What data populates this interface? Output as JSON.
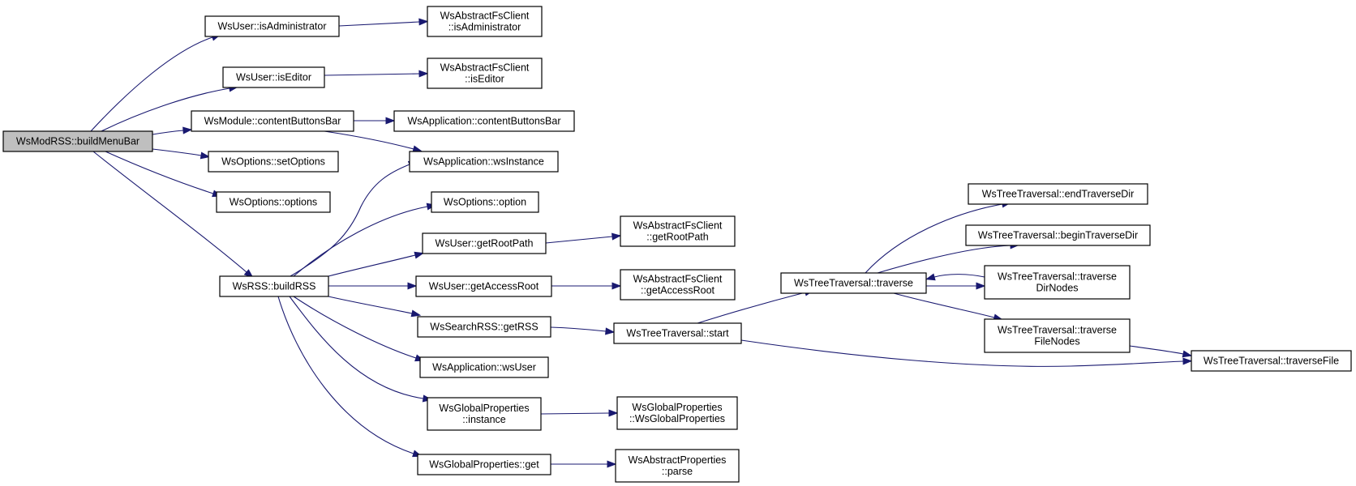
{
  "nodes": [
    {
      "id": "buildMenuBar",
      "lines": [
        "WsModRSS::buildMenuBar"
      ],
      "root": true
    },
    {
      "id": "isAdministrator",
      "lines": [
        "WsUser::isAdministrator"
      ]
    },
    {
      "id": "fsIsAdministrator",
      "lines": [
        "WsAbstractFsClient",
        "::isAdministrator"
      ]
    },
    {
      "id": "isEditor",
      "lines": [
        "WsUser::isEditor"
      ]
    },
    {
      "id": "fsIsEditor",
      "lines": [
        "WsAbstractFsClient",
        "::isEditor"
      ]
    },
    {
      "id": "moduleContentButtonsBar",
      "lines": [
        "WsModule::contentButtonsBar"
      ]
    },
    {
      "id": "appContentButtonsBar",
      "lines": [
        "WsApplication::contentButtonsBar"
      ]
    },
    {
      "id": "wsInstance",
      "lines": [
        "WsApplication::wsInstance"
      ]
    },
    {
      "id": "setOptions",
      "lines": [
        "WsOptions::setOptions"
      ]
    },
    {
      "id": "options",
      "lines": [
        "WsOptions::options"
      ]
    },
    {
      "id": "option",
      "lines": [
        "WsOptions::option"
      ]
    },
    {
      "id": "buildRSS",
      "lines": [
        "WsRSS::buildRSS"
      ]
    },
    {
      "id": "getRootPath",
      "lines": [
        "WsUser::getRootPath"
      ]
    },
    {
      "id": "fsGetRootPath",
      "lines": [
        "WsAbstractFsClient",
        "::getRootPath"
      ]
    },
    {
      "id": "getAccessRoot",
      "lines": [
        "WsUser::getAccessRoot"
      ]
    },
    {
      "id": "fsGetAccessRoot",
      "lines": [
        "WsAbstractFsClient",
        "::getAccessRoot"
      ]
    },
    {
      "id": "getRSS",
      "lines": [
        "WsSearchRSS::getRSS"
      ]
    },
    {
      "id": "start",
      "lines": [
        "WsTreeTraversal::start"
      ]
    },
    {
      "id": "wsUser",
      "lines": [
        "WsApplication::wsUser"
      ]
    },
    {
      "id": "gpInstance",
      "lines": [
        "WsGlobalProperties",
        "::instance"
      ]
    },
    {
      "id": "gpCtor",
      "lines": [
        "WsGlobalProperties",
        "::WsGlobalProperties"
      ]
    },
    {
      "id": "gpGet",
      "lines": [
        "WsGlobalProperties::get"
      ]
    },
    {
      "id": "apParse",
      "lines": [
        "WsAbstractProperties",
        "::parse"
      ]
    },
    {
      "id": "traverse",
      "lines": [
        "WsTreeTraversal::traverse"
      ]
    },
    {
      "id": "endTraverseDir",
      "lines": [
        "WsTreeTraversal::endTraverseDir"
      ]
    },
    {
      "id": "beginTraverseDir",
      "lines": [
        "WsTreeTraversal::beginTraverseDir"
      ]
    },
    {
      "id": "traverseDirNodes",
      "lines": [
        "WsTreeTraversal::traverse",
        "DirNodes"
      ]
    },
    {
      "id": "traverseFileNodes",
      "lines": [
        "WsTreeTraversal::traverse",
        "FileNodes"
      ]
    },
    {
      "id": "traverseFile",
      "lines": [
        "WsTreeTraversal::traverseFile"
      ]
    }
  ],
  "edges": [
    {
      "from": "buildMenuBar",
      "to": "isAdministrator"
    },
    {
      "from": "buildMenuBar",
      "to": "isEditor"
    },
    {
      "from": "buildMenuBar",
      "to": "moduleContentButtonsBar"
    },
    {
      "from": "buildMenuBar",
      "to": "setOptions"
    },
    {
      "from": "buildMenuBar",
      "to": "options"
    },
    {
      "from": "buildMenuBar",
      "to": "buildRSS"
    },
    {
      "from": "isAdministrator",
      "to": "fsIsAdministrator"
    },
    {
      "from": "isEditor",
      "to": "fsIsEditor"
    },
    {
      "from": "moduleContentButtonsBar",
      "to": "appContentButtonsBar"
    },
    {
      "from": "moduleContentButtonsBar",
      "to": "wsInstance"
    },
    {
      "from": "buildRSS",
      "to": "wsInstance"
    },
    {
      "from": "buildRSS",
      "to": "option"
    },
    {
      "from": "buildRSS",
      "to": "getRootPath"
    },
    {
      "from": "buildRSS",
      "to": "getAccessRoot"
    },
    {
      "from": "buildRSS",
      "to": "getRSS"
    },
    {
      "from": "buildRSS",
      "to": "wsUser"
    },
    {
      "from": "buildRSS",
      "to": "gpInstance"
    },
    {
      "from": "buildRSS",
      "to": "gpGet"
    },
    {
      "from": "getRootPath",
      "to": "fsGetRootPath"
    },
    {
      "from": "getAccessRoot",
      "to": "fsGetAccessRoot"
    },
    {
      "from": "getRSS",
      "to": "start"
    },
    {
      "from": "gpInstance",
      "to": "gpCtor"
    },
    {
      "from": "gpGet",
      "to": "apParse"
    },
    {
      "from": "start",
      "to": "traverse"
    },
    {
      "from": "start",
      "to": "traverseFile"
    },
    {
      "from": "traverse",
      "to": "endTraverseDir"
    },
    {
      "from": "traverse",
      "to": "beginTraverseDir"
    },
    {
      "from": "traverse",
      "to": "traverseDirNodes"
    },
    {
      "from": "traverse",
      "to": "traverseFileNodes"
    },
    {
      "from": "traverseDirNodes",
      "to": "traverse"
    },
    {
      "from": "traverseFileNodes",
      "to": "traverseFile"
    }
  ],
  "colors": {
    "edge": "#191970",
    "root_fill": "#bfbfbf",
    "node_fill": "#ffffff",
    "border": "#000000"
  }
}
